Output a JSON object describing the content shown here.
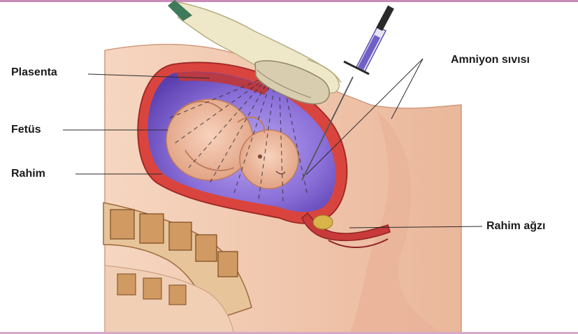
{
  "labels": {
    "plasenta": "Plasenta",
    "fetus": "Fetüs",
    "rahim": "Rahim",
    "amniyon": "Amniyon sıvısı",
    "rahim_agzi": "Rahim ağzı"
  },
  "colors": {
    "skin": "#f2c9b0",
    "skin_dark": "#e3a98d",
    "uterus_wall": "#d9453e",
    "amniotic_fluid": "#7a5fd0",
    "fetus": "#f0b79a",
    "bone": "#c98b5a",
    "glove": "#eee8c9",
    "transducer": "#d9cdb0",
    "syringe_plunger": "#5b4fb0",
    "leader_line": "#2a2a2a",
    "frame_accent": "#c98bb8"
  },
  "icons": [
    "syringe-icon",
    "ultrasound-transducer-icon",
    "gloved-hand-icon"
  ]
}
